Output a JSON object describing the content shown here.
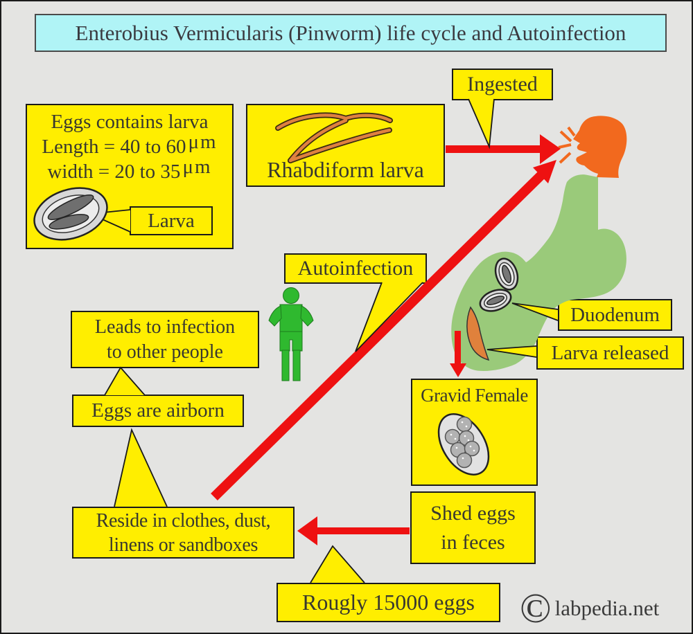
{
  "title": "Enterobius Vermicularis (Pinworm) life cycle and Autoinfection",
  "labels": {
    "egg_info_line1": "Eggs contains larva",
    "egg_info_line2": "Length = 40 to 60",
    "egg_info_line3": "width = 20 to 35",
    "micron_unit": "μm",
    "larva_label": "Larva",
    "rhabdiform": "Rhabdiform larva",
    "ingested": "Ingested",
    "autoinfection": "Autoinfection",
    "duodenum": "Duodenum",
    "larva_released": "Larva released",
    "gravid_female": "Gravid Female",
    "shed_eggs_line1": "Shed eggs",
    "shed_eggs_line2": "in feces",
    "eggs_count": "Rougly 15000 eggs",
    "reside_line1": "Reside in clothes, dust,",
    "reside_line2": "linens or sandboxes",
    "airborn": "Eggs are airborn",
    "leads_line1": "Leads to infection",
    "leads_line2": "to other people"
  },
  "copyright": {
    "symbol": "©",
    "site": "labpedia.net"
  },
  "colors": {
    "background": "#e4e4e2",
    "box_yellow": "#ffee00",
    "title_cyan": "#b0f4f6",
    "arrow_red": "#ee1111",
    "anatomy_green": "#9aca7a",
    "person_green": "#2fb92f",
    "head_orange": "#f2691e",
    "larva_orange": "#e0813c",
    "egg_gray": "#d8d8d8",
    "text_dark": "#38382f",
    "border_dark": "#1a1a1a"
  },
  "illustrations": [
    "pinworm-egg-with-larva-illustration",
    "rhabdiform-worms-illustration",
    "ingesting-head-illustration",
    "digestive-tract-illustration",
    "duodenum-eggs-illustration",
    "released-larva-illustration",
    "gravid-female-egg-illustration",
    "person-illustration",
    "copyright-symbol"
  ]
}
